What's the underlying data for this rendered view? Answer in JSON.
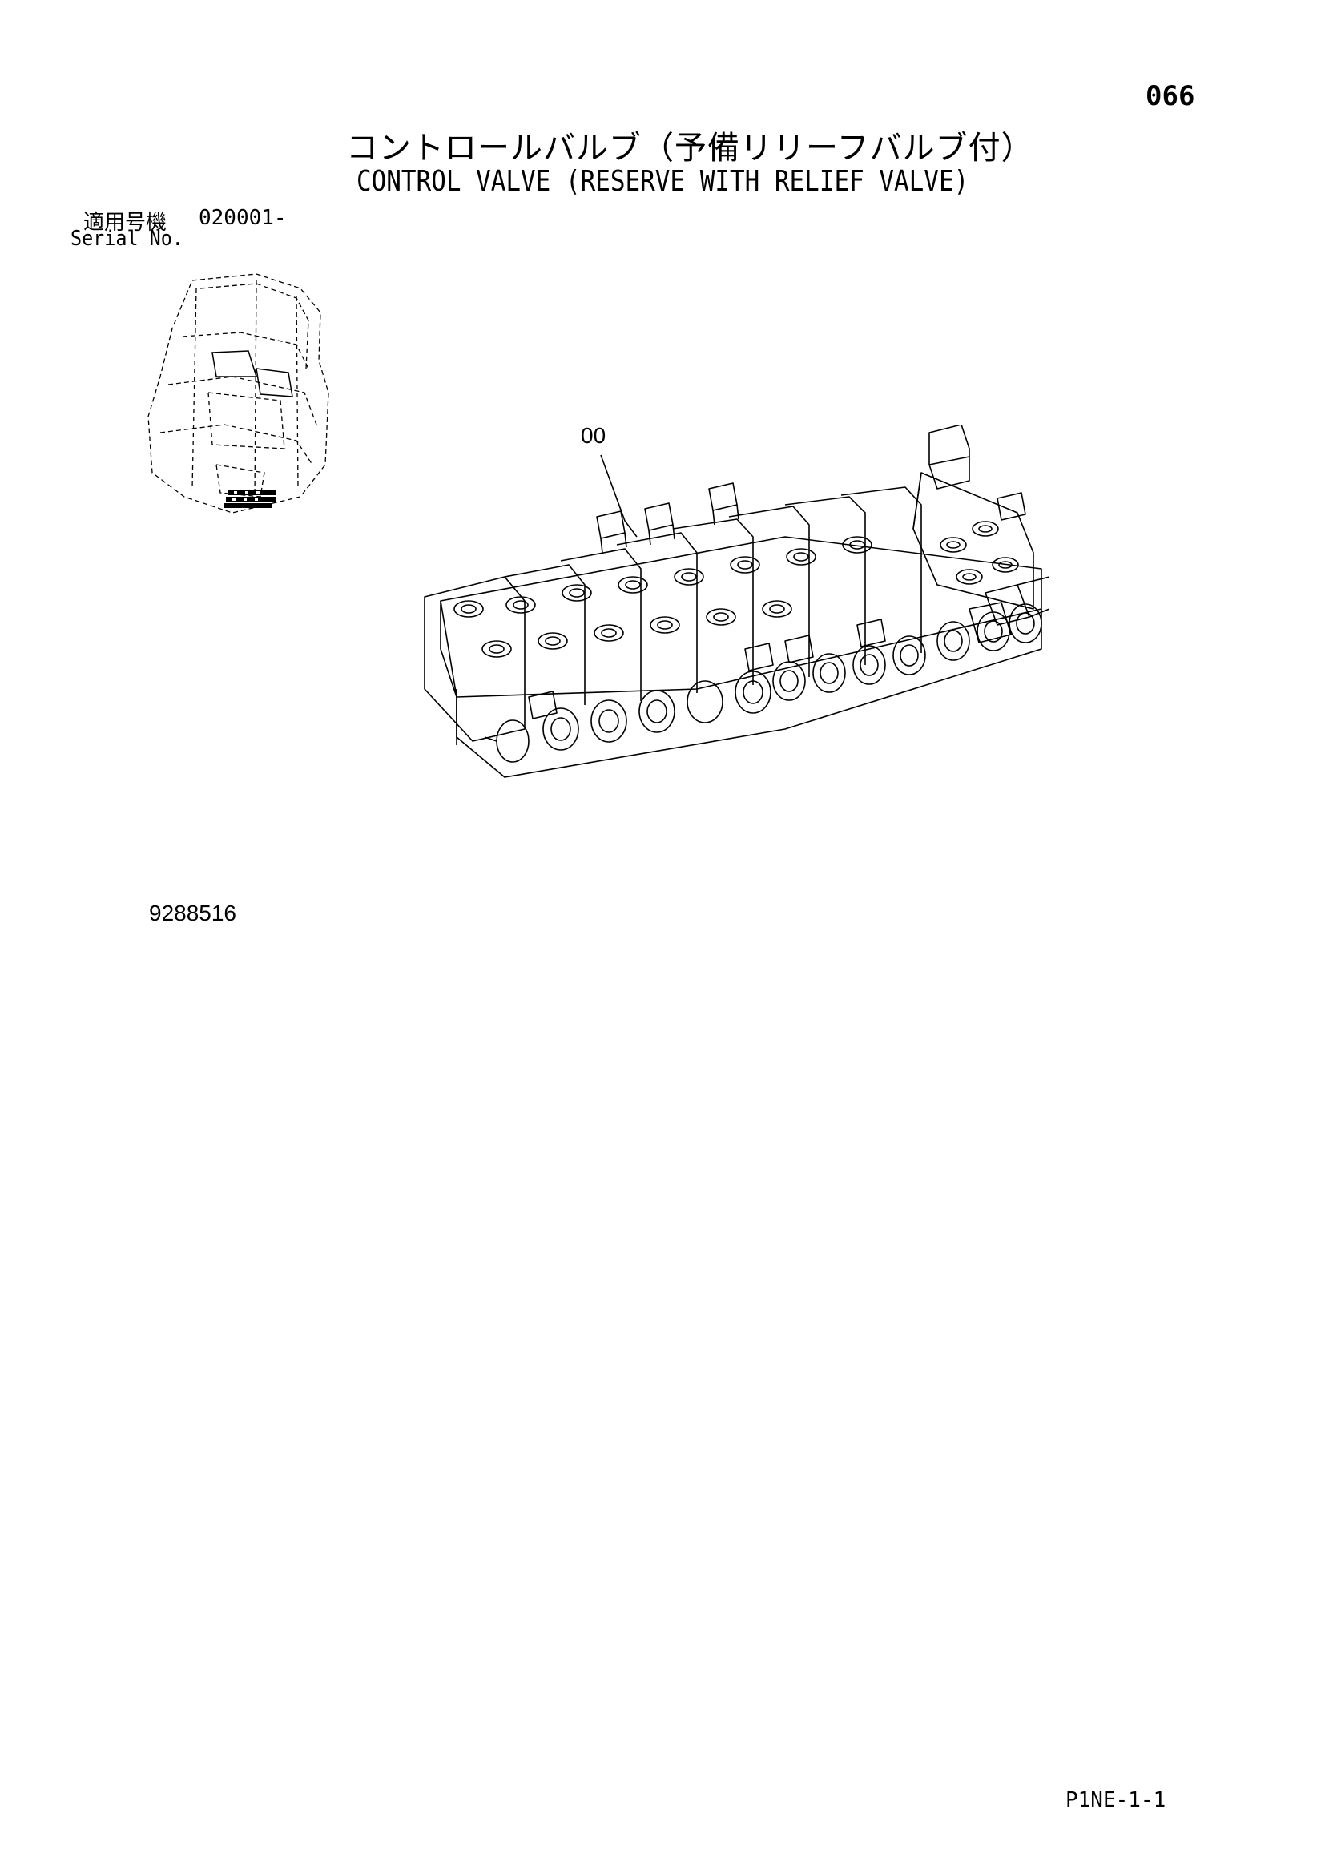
{
  "header": {
    "page_number": "066",
    "title_jp": "コントロールバルブ（予備リリーフバルブ付）",
    "title_en": "CONTROL VALVE (RESERVE WITH RELIEF VALVE)"
  },
  "serial": {
    "label_jp": "適用号機",
    "label_en": "Serial No.",
    "value": "020001-"
  },
  "diagram": {
    "part_callout": "00",
    "drawing_number": "9288516",
    "locator_icon": "excavator-locator-icon",
    "main_icon": "control-valve-assembly-icon"
  },
  "footer": {
    "page_code": "P1NE-1-1"
  }
}
